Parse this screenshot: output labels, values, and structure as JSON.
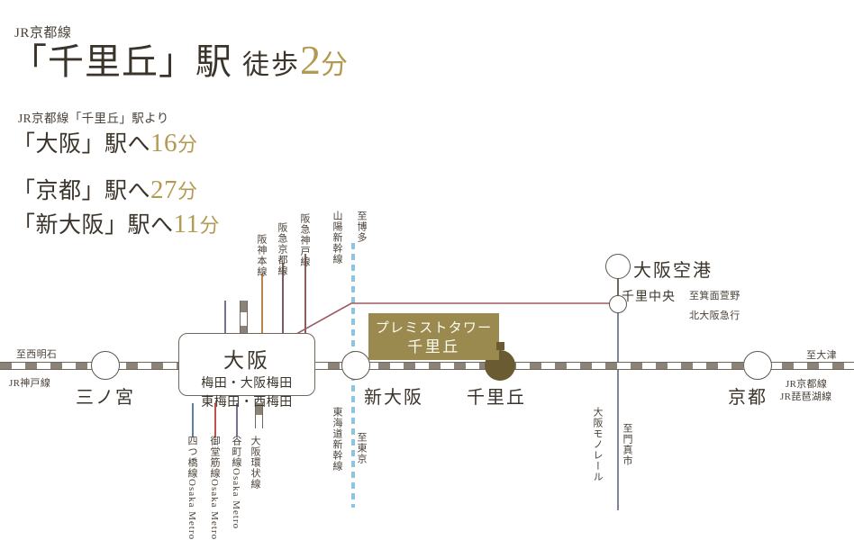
{
  "header": {
    "line_name": "JR京都線",
    "station_quote_open": "「",
    "station": "千里丘",
    "station_quote_close": "」駅",
    "walk_label": "徒歩",
    "walk_minutes": "2",
    "walk_unit": "分"
  },
  "access": {
    "from_note": "JR京都線「千里丘」駅より",
    "rows": [
      {
        "station": "「大阪」駅へ",
        "minutes": "16",
        "unit": "分"
      },
      {
        "station": "「京都」駅へ",
        "minutes": "27",
        "unit": "分"
      },
      {
        "station": "「新大阪」駅へ",
        "minutes": "11",
        "unit": "分"
      }
    ]
  },
  "map": {
    "property": {
      "name_line1": "プレミストタワー",
      "name_line2": "千里丘",
      "box_color": "#9a8a50",
      "marker_color": "#6b5b33"
    },
    "stations": [
      {
        "id": "sannomiya",
        "label": "三ノ宮"
      },
      {
        "id": "osaka",
        "label": "大阪",
        "sub_line1": "梅田・大阪梅田",
        "sub_line2": "東梅田・西梅田"
      },
      {
        "id": "shin-osaka",
        "label": "新大阪"
      },
      {
        "id": "senrioka",
        "label": "千里丘"
      },
      {
        "id": "kyoto",
        "label": "京都"
      },
      {
        "id": "osaka-airport",
        "label": "大阪空港"
      },
      {
        "id": "senri-chuo",
        "label": "千里中央"
      }
    ],
    "lines_top": [
      {
        "id": "hanshin-honsen",
        "label": "阪神本線",
        "color": "#b9854f"
      },
      {
        "id": "hankyu-kyoto",
        "label": "阪急京都線",
        "color": "#7c5a63"
      },
      {
        "id": "hankyu-kobe",
        "label": "阪急神戸線",
        "color": "#7c5a63"
      },
      {
        "id": "sanyo-shinkansen",
        "label": "山陽新幹線",
        "color": "#8fc4e0"
      }
    ],
    "lines_top_unlabeled": [
      {
        "id": "metro-purple",
        "color": "#7a6f93"
      },
      {
        "id": "jr-loop-top",
        "color": "#9a9a94"
      }
    ],
    "lines_bottom": [
      {
        "id": "osaka-loop",
        "label": "大阪環状線",
        "color": "#9a9a94"
      },
      {
        "id": "metro-tanimachi",
        "label_top": "Osaka Metro",
        "label": "谷町線",
        "color": "#7a6f93"
      },
      {
        "id": "metro-midosuji",
        "label_top": "Osaka Metro",
        "label": "御堂筋線",
        "color": "#c0504d"
      },
      {
        "id": "metro-yotsubashi",
        "label_top": "Osaka Metro",
        "label": "四つ橋線",
        "color": "#5b7fa6"
      }
    ],
    "edge_labels": [
      {
        "id": "to-nishi-akashi",
        "label": "至西明石"
      },
      {
        "id": "jr-kobe-line",
        "label": "JR神戸線"
      },
      {
        "id": "to-hakata",
        "label": "至博多"
      },
      {
        "id": "tokaido-shinkansen",
        "label": "東海道新幹線"
      },
      {
        "id": "to-tokyo",
        "label": "至東京"
      },
      {
        "id": "osaka-monorail",
        "label": "大阪モノレール"
      },
      {
        "id": "to-kadoma-shi",
        "label": "至門真市"
      },
      {
        "id": "to-minoo-kayano",
        "label": "至箕面萱野"
      },
      {
        "id": "kita-osaka-kyuko",
        "label": "北大阪急行"
      },
      {
        "id": "to-otsu",
        "label": "至大津"
      },
      {
        "id": "jr-kyoto-line",
        "label": "JR京都線"
      },
      {
        "id": "jr-biwako-line",
        "label": "JR琵琶湖線"
      }
    ]
  },
  "colors": {
    "gold": "#b39a52",
    "dark_gold": "#6b5b33",
    "box_gold": "#9a8a50",
    "ink": "#3b342b",
    "rail_gray": "#8b8378",
    "shinkansen_blue": "#8fc4e0",
    "maroon": "#9e5a63"
  }
}
